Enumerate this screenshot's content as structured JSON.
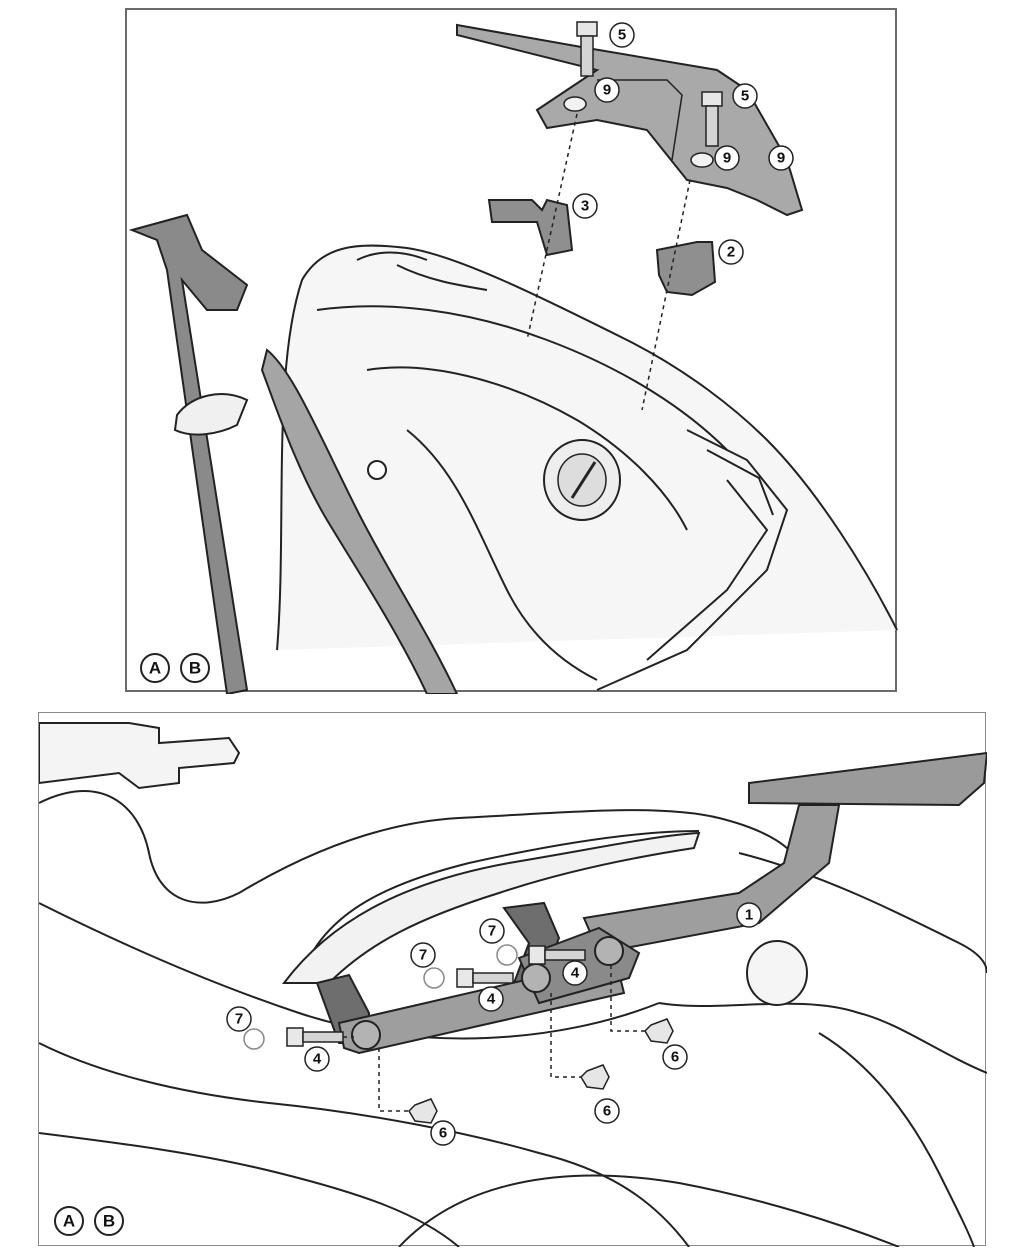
{
  "colors": {
    "part_fill": "#9e9e9e",
    "part_dark": "#6e6e6e",
    "line": "#222222",
    "light_fill": "#ececec",
    "callout_fill": "#ffffff"
  },
  "panels": [
    {
      "id": "top",
      "views": [
        "A",
        "B"
      ],
      "callouts": [
        "5",
        "9",
        "5",
        "9",
        "9",
        "3",
        "2"
      ]
    },
    {
      "id": "bottom",
      "views": [
        "A",
        "B"
      ],
      "callouts": [
        "1",
        "7",
        "7",
        "7",
        "4",
        "4",
        "4",
        "6",
        "6",
        "6"
      ]
    }
  ]
}
